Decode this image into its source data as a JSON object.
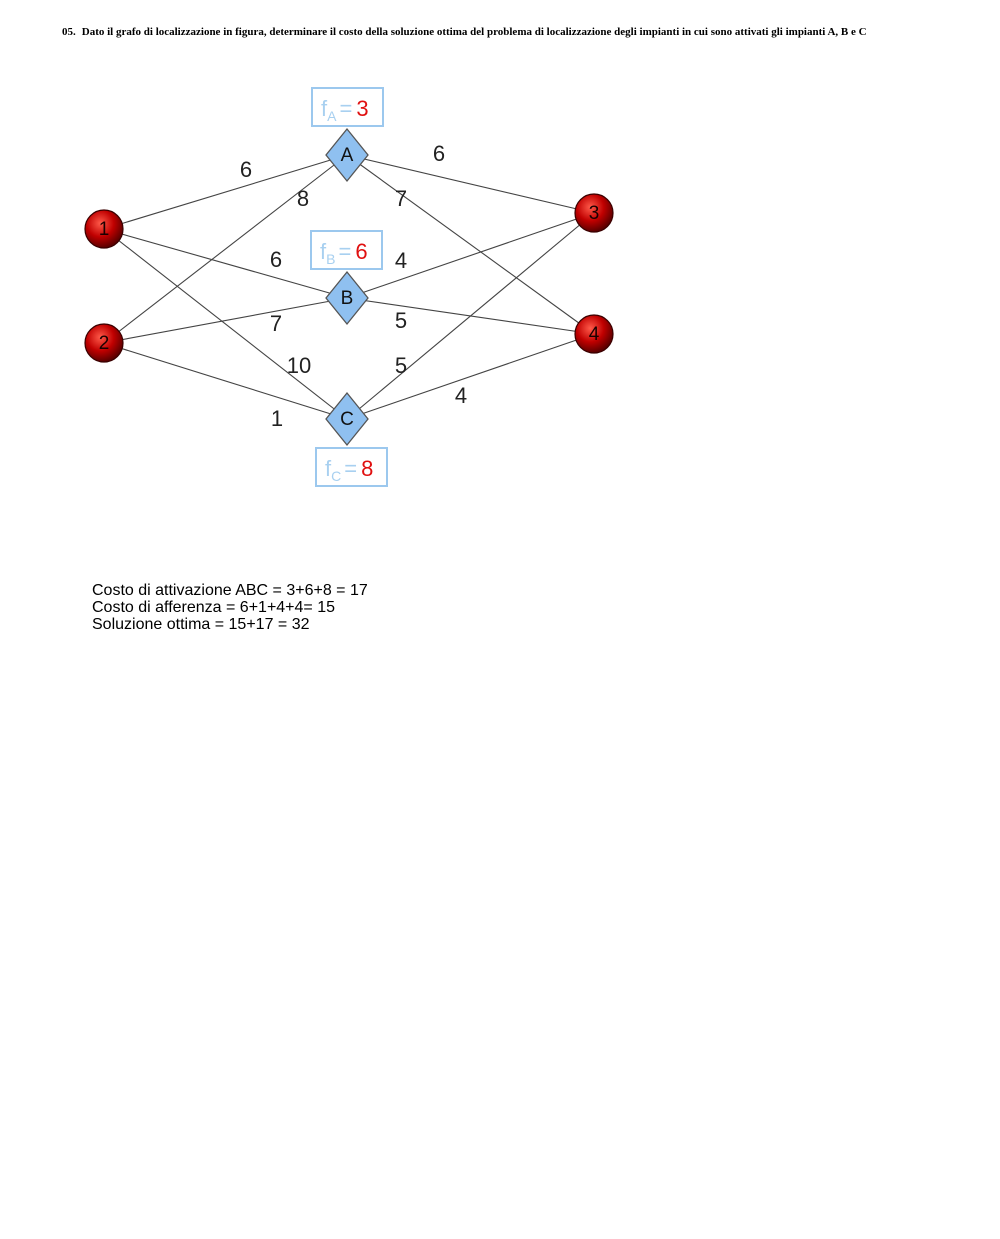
{
  "question": {
    "number": "05.",
    "text": "Dato il grafo di localizzazione in figura, determinare il costo della soluzione ottima del problema di localizzazione degli impianti in cui sono attivati gli impianti A, B e C"
  },
  "graph": {
    "clients": [
      {
        "id": "1",
        "label": "1"
      },
      {
        "id": "2",
        "label": "2"
      },
      {
        "id": "3",
        "label": "3"
      },
      {
        "id": "4",
        "label": "4"
      }
    ],
    "facilities": [
      {
        "id": "A",
        "label": "A",
        "cost_letter": "f",
        "cost_subscript": "A",
        "cost_value": "3"
      },
      {
        "id": "B",
        "label": "B",
        "cost_letter": "f",
        "cost_subscript": "B",
        "cost_value": "6"
      },
      {
        "id": "C",
        "label": "C",
        "cost_letter": "f",
        "cost_subscript": "C",
        "cost_value": "8"
      }
    ],
    "edges": [
      {
        "from": "1",
        "to": "A",
        "weight": "6"
      },
      {
        "from": "1",
        "to": "B",
        "weight": "6"
      },
      {
        "from": "1",
        "to": "C",
        "weight": "10"
      },
      {
        "from": "2",
        "to": "A",
        "weight": "8"
      },
      {
        "from": "2",
        "to": "B",
        "weight": "7"
      },
      {
        "from": "2",
        "to": "C",
        "weight": "1"
      },
      {
        "from": "A",
        "to": "3",
        "weight": "6"
      },
      {
        "from": "A",
        "to": "4",
        "weight": "7"
      },
      {
        "from": "B",
        "to": "3",
        "weight": "4"
      },
      {
        "from": "B",
        "to": "4",
        "weight": "5"
      },
      {
        "from": "C",
        "to": "3",
        "weight": "5"
      },
      {
        "from": "C",
        "to": "4",
        "weight": "4"
      }
    ],
    "colors": {
      "client_fill": "#c00000",
      "facility_fill": "#8fc0f0",
      "cost_box_border": "#9cc8ee",
      "cost_label": "#a8d0f0",
      "cost_value": "#e01010",
      "edge": "#444444"
    }
  },
  "answer": {
    "line1": "Costo di attivazione ABC = 3+6+8 = 17",
    "line2": "Costo di afferenza = 6+1+4+4= 15",
    "line3": "Soluzione ottima = 15+17 = 32"
  }
}
